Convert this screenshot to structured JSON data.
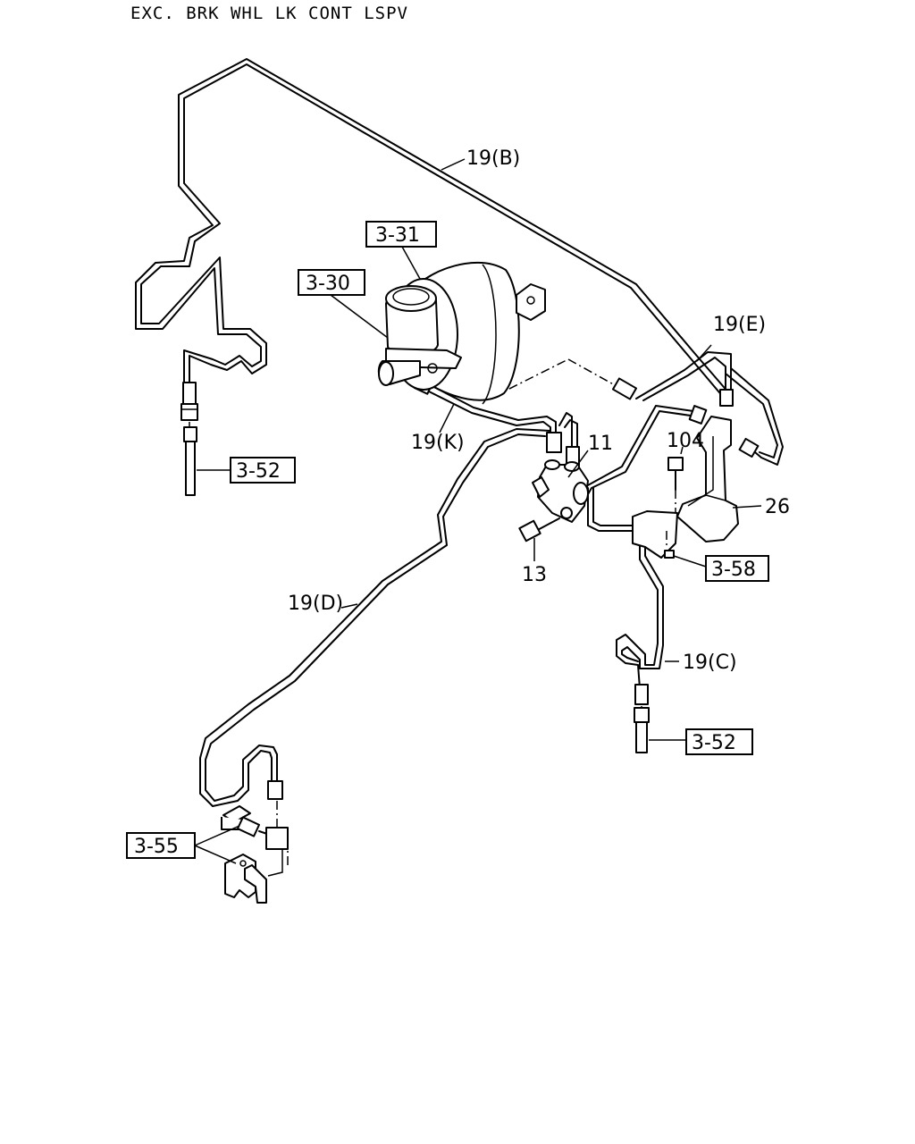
{
  "header": {
    "title": "EXC. BRK WHL LK CONT LSPV"
  },
  "labels": {
    "pipe_b": "19(B)",
    "pipe_e": "19(E)",
    "pipe_k": "19(K)",
    "pipe_d": "19(D)",
    "pipe_c": "19(C)",
    "part_11": "11",
    "part_104": "104",
    "part_26": "26",
    "part_13": "13"
  },
  "refs": {
    "booster": "3-31",
    "master_cyl": "3-30",
    "hose_left": "3-52",
    "bracket": "3-58",
    "hose_right": "3-52",
    "front_hose": "3-55"
  }
}
